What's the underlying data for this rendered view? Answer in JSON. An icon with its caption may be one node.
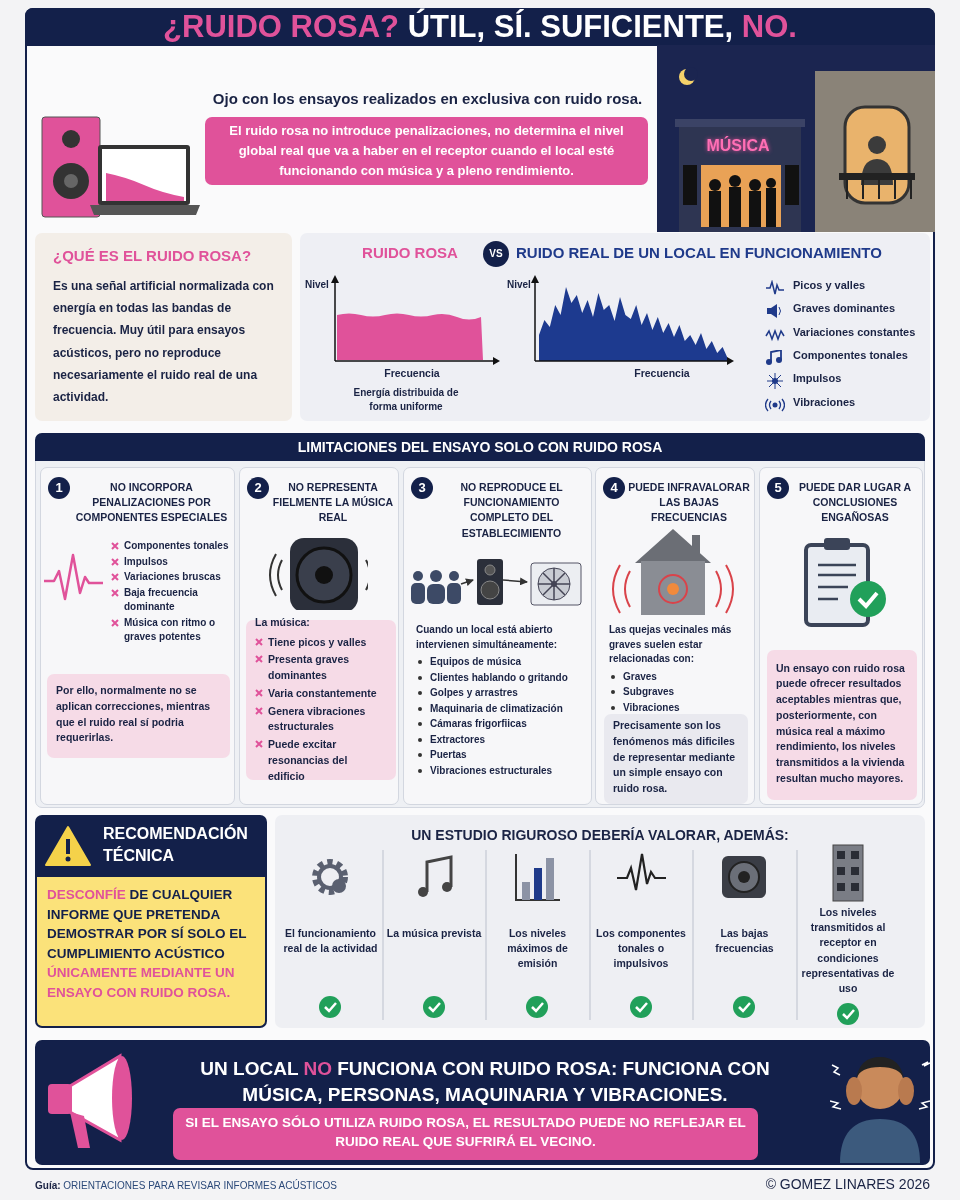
{
  "diagram": {
    "title": "**¿RUIDO ROSA?** ÚTIL, SÍ. SUFICIENTE, **NO.**",
    "nodes": [
      {
        "text": [
          "El ruido rosa no introduce penalizaciones, no determina el nivel global real que va a haber en el receptor cuando el local esté funcionando con música y a pleno rendimiento."
        ]
      },
      {
        "text": [
          "¿QUÉ ES EL RUIDO ROSA?",
          "Es una señal artificial normalizada con energía en todas las bandas de frecuencia. Muy útil para ensayos acústicos, pero no reproduce necesariamente el ruido real de una actividad."
        ]
      },
      {
        "text": [
          "RUIDO ROSA",
          "VS",
          "RUIDO REAL DE UN LOCAL EN FUNCIONAMIENTO"
        ]
      },
      {
        "text": [
          "LIMITACIONES DEL ENSAYO SOLO CON RUIDO ROSA"
        ]
      },
      {
        "text": [
          "1",
          "NO INCORPORA PENALIZACIONES POR COMPONENTES ESPECIALES",
          "Componentes tonales",
          "Impulsos",
          "Variaciones bruscas",
          "Baja frecuencia dominante",
          "Música con ritmo o graves potentes"
        ],
        "in": 3
      },
      {
        "text": [
          "Por ello, normalmente no se aplican correcciones, mientras que el ruido real sí podria requerirlas."
        ],
        "in": 4
      },
      {
        "text": [
          "2",
          "NO REPRESENTA FIELMENTE LA MÚSICA REAL"
        ],
        "in": 3
      },
      {
        "text": [
          "La música:",
          "Tiene picos y valles",
          "Presenta graves dominantes",
          "Varia constantemente",
          "Genera vibraciones estructurales",
          "Puede excitar resonancias del edificio"
        ],
        "in": 6
      },
      {
        "text": [
          "3",
          "NO REPRODUCE EL FUNCIONAMIENTO COMPLETO DEL ESTABLECIMIENTO",
          "Cuando un local está abierto intervienen simultáneamente:",
          "Equipos de música",
          "Clientes hablando o gritando",
          "Golpes y arrastres",
          "Maquinaria de climatización",
          "Cámaras frigorfiicas",
          "Extractores",
          "Puertas",
          "Vibraciones estructurales"
        ],
        "in": 3
      },
      {
        "text": [],
        "shape": "picture",
        "in": 8
      },
      {
        "text": [],
        "shape": "picture",
        "in": 8
      },
      {
        "text": [],
        "shape": "picture",
        "in": 8
      },
      {
        "text": [
          "4",
          "PUEDE INFRAVALORAR LAS BAJAS FRECUENCIAS",
          "Las quejas vecinales más graves suelen estar relacionadas con:",
          "Graves",
          "Subgraves",
          "Vibraciones"
        ],
        "in": 3
      },
      {
        "text": [
          "Precisamente son los fenómenos más dificiles de representar mediante un simple ensayo con ruido rosa."
        ],
        "in": 12
      },
      {
        "text": [
          "5",
          "PUEDE DAR LUGAR A CONCLUSIONES ENGAÑOSAS"
        ],
        "in": 3
      },
      {
        "text": [
          "Un ensayo con ruido rosa puede ofrecer resultados aceptables mientras que, posteriormente, con música real a máximo rendimiento, los niveles transmitidos a la vivienda resultan mucho mayores."
        ],
        "in": 14
      },
      {
        "text": [
          "RECOMENDACIÓN TÉCNICA",
          "**DESCONFÍE** DE CUALQUIER INFORME QUE PRETENDA DEMOSTRAR POR SÍ SOLO EL CUMPLIMIENTO ACÚSTICO **ÚNICAMENTE MEDIANTE UN ENSAYO CON RUIDO ROSA.**"
        ]
      },
      {
        "text": [
          "UN ESTUDIO RIGUROSO DEBERÍA VALORAR, ADEMÁS:"
        ]
      },
      {
        "text": [
          "UN LOCAL **NO** FUNCIONA CON RUIDO ROSA: FUNCIONA CON MÚSICA, PERSONAS, MAQUINARIA Y VIBRACIONES."
        ]
      },
      {
        "text": [
          "SI EL ENSAYO SÓLO UTILIZA RUIDO ROSA, EL RESULTADO PUEDE NO REFLEJAR EL RUIDO REAL QUE SUFRIRÁ EL VECINO."
        ],
        "in": 18
      }
    ],
    "edges": [
      {
        "from": 9,
        "to": 10,
        "arrow": "to"
      },
      {
        "from": 10,
        "to": 11,
        "arrow": "to"
      }
    ],
    "labels": [
      "Ojo con los ensayos realizados en exclusiva con ruido rosa.",
      "MÚSICA",
      "Nivel",
      "Frecuencia",
      "Energía distribuida de forma uniforme",
      "Nivel",
      "Frecuencia",
      "Picos y valles",
      "Graves dominantes",
      "Variaciones constantes",
      "Componentes tonales",
      "Impulsos",
      "Vibraciones",
      "El funcionamiento real de la actividad",
      "La música prevista",
      "Los niveles máximos de emisión",
      "Los componentes tonales o impulsivos",
      "Las bajas frecuencias",
      "Los niveles transmitidos al receptor en condiciones representativas de uso",
      "**Guía:** ORIENTACIONES PARA REVISAR INFORMES ACÚSTICOS",
      "© GOMEZ LINARES 2026"
    ]
  }
}
